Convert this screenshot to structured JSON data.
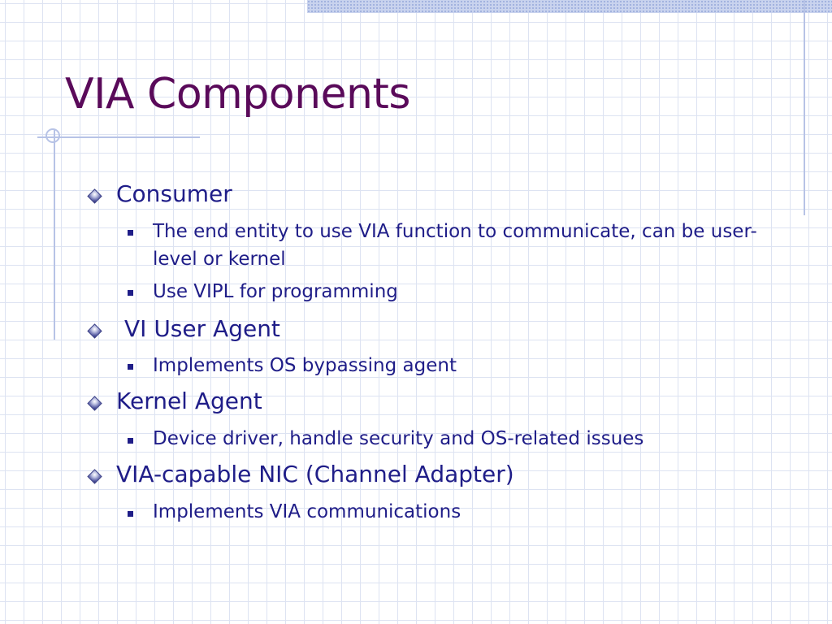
{
  "slide": {
    "title": "VIA Components",
    "items": [
      {
        "label": "Consumer",
        "subitems": [
          "The end entity to use VIA function to communicate, can be user-level or kernel",
          "Use VIPL for programming"
        ]
      },
      {
        "label": "VI User Agent",
        "subitems": [
          "Implements OS bypassing agent"
        ]
      },
      {
        "label": "Kernel Agent",
        "subitems": [
          "Device driver, handle security and OS-related issues"
        ]
      },
      {
        "label": "VIA-capable NIC (Channel Adapter)",
        "subitems": [
          "Implements VIA communications"
        ]
      }
    ]
  },
  "colors": {
    "title": "#5a0a5a",
    "body_text": "#1f1d88",
    "grid": "#dde3f2",
    "accent_lines": "#b7c3e6"
  },
  "icons": {
    "level1_bullet": "diamond-bullet-icon",
    "level2_bullet": "square-bullet-icon"
  }
}
